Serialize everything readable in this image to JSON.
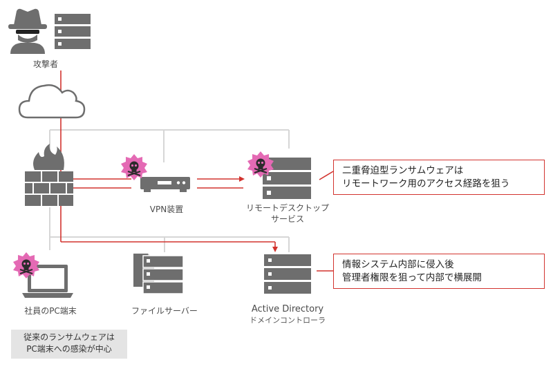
{
  "labels": {
    "attacker": "攻撃者",
    "vpn": "VPN装置",
    "rdp_line1": "リモートデスクトップ",
    "rdp_line2": "サービス",
    "employee_pc": "社員のPC端末",
    "file_server": "ファイルサーバー",
    "ad_line1": "Active Directory",
    "ad_line2": "ドメインコントローラ"
  },
  "callouts": {
    "top": {
      "line1": "二重脅迫型ランサムウェアは",
      "line2": "リモートワーク用のアクセス経路を狙う"
    },
    "bottom": {
      "line1": "情報システム内部に侵入後",
      "line2": "管理者権限を狙って内部で横展開"
    }
  },
  "note": {
    "line1": "従来のランサムウェアは",
    "line2": "PC端末への感染が中心"
  },
  "colors": {
    "attack": "#d2322d",
    "network": "#d6d6d6",
    "device": "#6e6e6e",
    "malware": "#e46ab4",
    "note_bg": "#e4e4e4"
  }
}
